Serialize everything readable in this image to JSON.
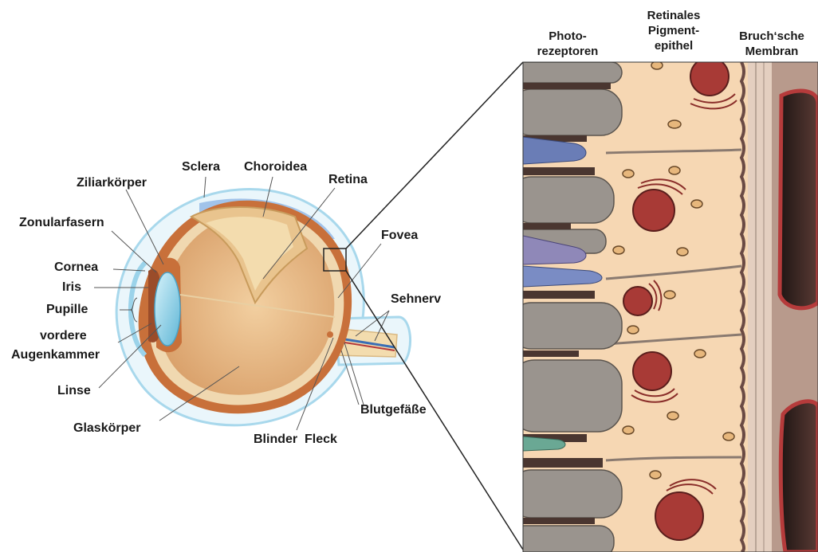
{
  "eye_labels": {
    "sclera": "Sclera",
    "choroidea": "Choroidea",
    "retina": "Retina",
    "ziliarkoerper": "Ziliarkörper",
    "zonularfasern": "Zonularfasern",
    "cornea": "Cornea",
    "iris": "Iris",
    "pupille": "Pupille",
    "vordere_line1": "vordere",
    "vordere_line2": "Augenkammer",
    "linse": "Linse",
    "glaskoerper": "Glaskörper",
    "blinder_fleck": "Blinder  Fleck",
    "blutgefaesse": "Blutgefäße",
    "sehnerv": "Sehnerv",
    "fovea": "Fovea"
  },
  "detail_headers": {
    "photo_line1": "Photo-",
    "photo_line2": "rezeptoren",
    "rpe_line1": "Retinales",
    "rpe_line2": "Pigment-",
    "rpe_line3": "epithel",
    "bruch_line1": "Bruch‘sche",
    "bruch_line2": "Membran"
  },
  "colors": {
    "sclera_outline": "#a8d8ec",
    "choroid": "#c8703a",
    "retina": "#f0d8b0",
    "vitreous": "#e8b888",
    "lens": "#7ec8e0",
    "rpe_bg": "#f6d7b3",
    "nucleus": "#a83a36",
    "photoreceptor": "#8f8a84",
    "blood": "#3a2a28"
  }
}
